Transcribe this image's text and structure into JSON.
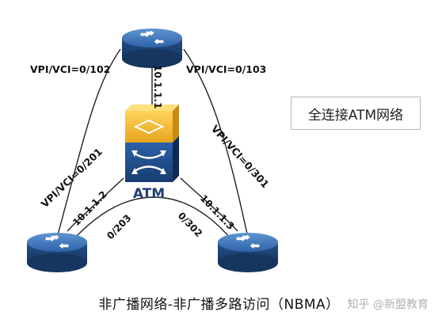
{
  "diagram": {
    "switch_label": "ATM",
    "links": {
      "top_left_vc": "VPI/VCI=0/102",
      "top_right_vc": "VPI/VCI=0/103",
      "left_vc": "VPI/VCI=0/201",
      "right_vc": "VPI/VCI=0/301",
      "bottom_left_vc": "0/203",
      "bottom_right_vc": "0/302"
    },
    "ips": {
      "top": "10.1.1.1",
      "left": "10.1.1.2",
      "right": "10.1.1.3"
    },
    "note": "全连接ATM网络",
    "caption": "非广播网络-非广播多路访问（NBMA）",
    "watermark": "知乎 @新盟教育"
  },
  "colors": {
    "router_body": "#2b5a96",
    "router_top": "#4a82c4",
    "atm_gold": "#f2b32a",
    "atm_blue": "#1f4f8f",
    "line": "#222222"
  }
}
